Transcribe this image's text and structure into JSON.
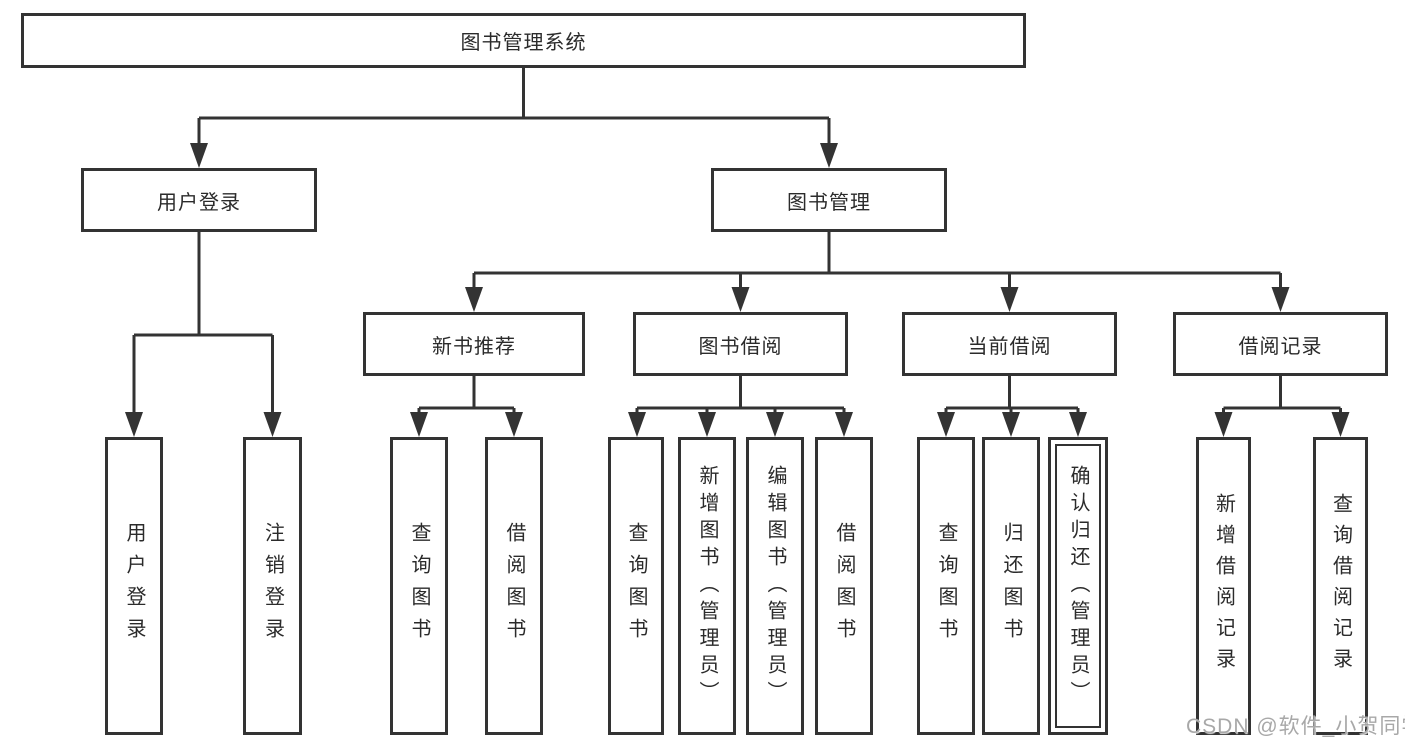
{
  "tree": {
    "label": "图书管理系统",
    "children": [
      {
        "label": "用户登录",
        "children": [
          {
            "label": "用户登录"
          },
          {
            "label": "注销登录"
          }
        ]
      },
      {
        "label": "图书管理",
        "children": [
          {
            "label": "新书推荐",
            "children": [
              {
                "label": "查询图书"
              },
              {
                "label": "借阅图书"
              }
            ]
          },
          {
            "label": "图书借阅",
            "children": [
              {
                "label": "查询图书"
              },
              {
                "label": "新增图书（管理员）"
              },
              {
                "label": "编辑图书（管理员）"
              },
              {
                "label": "借阅图书"
              }
            ]
          },
          {
            "label": "当前借阅",
            "children": [
              {
                "label": "查询图书"
              },
              {
                "label": "归还图书"
              },
              {
                "label": "确认归还（管理员）"
              }
            ]
          },
          {
            "label": "借阅记录",
            "children": [
              {
                "label": "新增借阅记录"
              },
              {
                "label": "查询借阅记录"
              }
            ]
          }
        ]
      }
    ]
  },
  "watermark": {
    "text": "CSDN @软件_小贺同学"
  },
  "colors": {
    "line": "#333333",
    "box_border": "#333333",
    "text": "#2b2b2b",
    "watermark": "#a8a8a8",
    "background": "#ffffff"
  }
}
